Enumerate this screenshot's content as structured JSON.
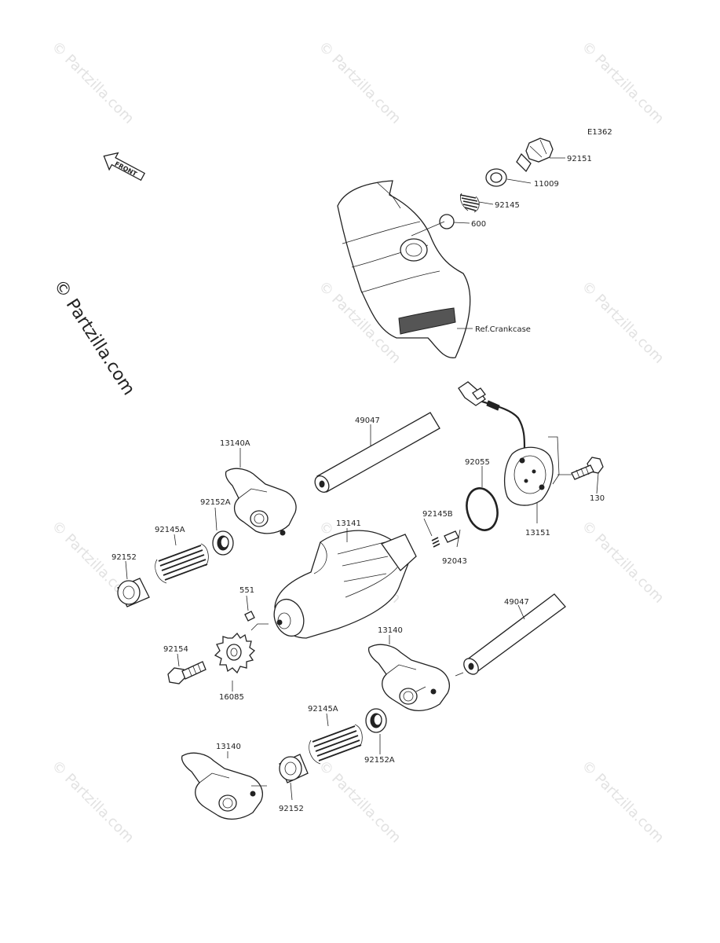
{
  "diagram_code": "E1362",
  "front_label": "FRONT",
  "copyright_text": "© Partzilla.com",
  "watermark_text": "© Partzilla.com",
  "colors": {
    "ink": "#222222",
    "watermark": "#e2e2e2",
    "background": "#ffffff"
  },
  "parts": {
    "p92151": "92151",
    "p11009": "11009",
    "p92145": "92145",
    "p600": "600",
    "ref_crankcase": "Ref.Crankcase",
    "p49047_top": "49047",
    "p13140A": "13140A",
    "p92055": "92055",
    "p92152A_top": "92152A",
    "p92145A_left": "92145A",
    "p13141": "13141",
    "p92145B": "92145B",
    "p130": "130",
    "p92152_left": "92152",
    "p92043": "92043",
    "p13151": "13151",
    "p551": "551",
    "p49047_bottom": "49047",
    "p13140_mid": "13140",
    "p92154": "92154",
    "p16085": "16085",
    "p92145A_bottom": "92145A",
    "p13140_bottom": "13140",
    "p92152A_bottom": "92152A",
    "p92152_bottom": "92152"
  }
}
